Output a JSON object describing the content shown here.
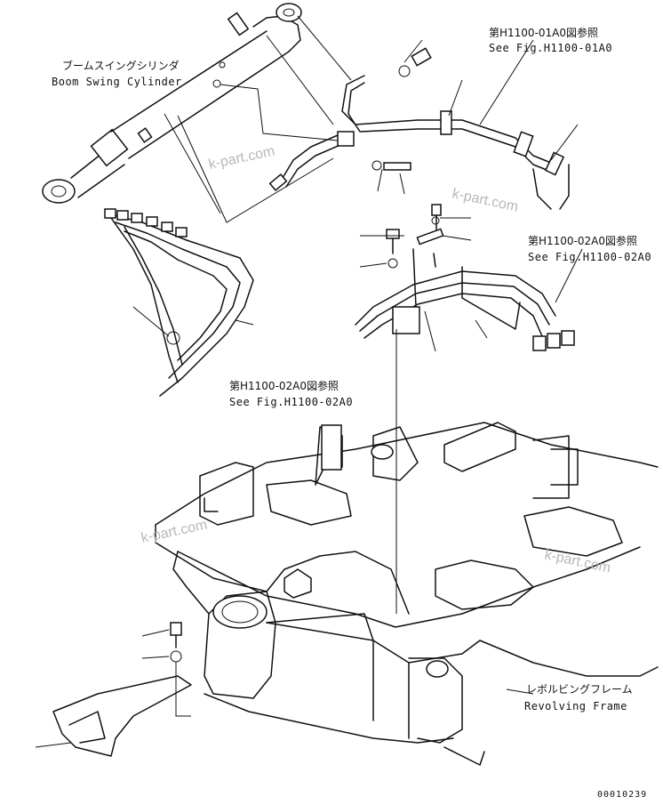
{
  "labels": {
    "boom_swing_jp": "ブームスイングシリンダ",
    "boom_swing_en": "Boom Swing Cylinder",
    "ref_h1100_01_jp": "第H1100-01A0図参照",
    "ref_h1100_01_en": "See Fig.H1100-01A0",
    "ref_h1100_02_right_jp": "第H1100-02A0図参照",
    "ref_h1100_02_right_en": "See Fig.H1100-02A0",
    "ref_h1100_02_left_jp": "第H1100-02A0図参照",
    "ref_h1100_02_left_en": "See Fig.H1100-02A0",
    "revolving_jp": "レボルビングフレーム",
    "revolving_en": "Revolving Frame"
  },
  "watermarks": [
    "k-part.com",
    "k-part.com",
    "k-part.com",
    "k-part.com"
  ],
  "drawing_code": "00010239"
}
